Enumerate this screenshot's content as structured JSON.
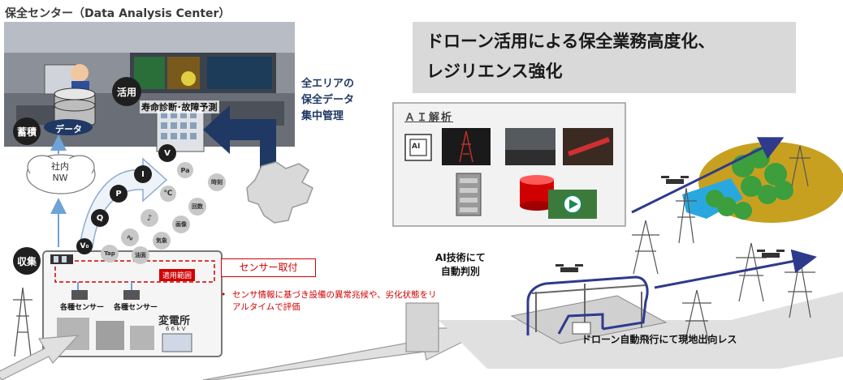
{
  "header": {
    "center_title": "保全センター（Data Analysis Center）",
    "headline_line1": "ドローン活用による保全業務高度化、",
    "headline_line2": "レジリエンス強化"
  },
  "data_center": {
    "badge_use": "活用",
    "badge_store": "蓄積",
    "use_label": "寿命診断･故障予測",
    "data_label": "データ"
  },
  "central_management": {
    "line1": "全エリアの",
    "line2": "保全データ",
    "line3": "集中管理"
  },
  "network": {
    "line1": "社内",
    "line2": "NW"
  },
  "measurements": [
    {
      "label": "V₀",
      "dark": true
    },
    {
      "label": "Q",
      "dark": true
    },
    {
      "label": "P",
      "dark": true
    },
    {
      "label": "I",
      "dark": true
    },
    {
      "label": "V",
      "dark": true
    },
    {
      "label": "Pa",
      "dark": false
    },
    {
      "label": "時刻",
      "dark": false
    },
    {
      "label": "℃",
      "dark": false
    },
    {
      "label": "回数",
      "dark": false
    },
    {
      "label": "♪",
      "dark": false
    },
    {
      "label": "画像",
      "dark": false
    },
    {
      "label": "∿",
      "dark": false
    },
    {
      "label": "気象",
      "dark": false
    },
    {
      "label": "Tap",
      "dark": false
    },
    {
      "label": "油面",
      "dark": false
    }
  ],
  "substation": {
    "badge_collect": "収集",
    "scope_label": "適用範囲",
    "sensor_label_1": "各種センサー",
    "sensor_label_2": "各種センサー",
    "name": "変電所",
    "voltage": "6 6 k V"
  },
  "sensor_info": {
    "button": "センサー取付",
    "bullet": "•",
    "note": "センサ情報に基づき設備の異常兆候や、劣化状態をリアルタイムで評価"
  },
  "ai_panel": {
    "title": "ＡＩ解析",
    "chip_label": "AI"
  },
  "drone": {
    "ai_judge_line1": "AI技術にて",
    "ai_judge_line2": "自動判別",
    "flight_label": "ドローン自動飛行にて現地出向レス"
  },
  "colors": {
    "navy": "#1f3864",
    "arrow_blue": "#2e3a8c",
    "red": "#d00000",
    "grass": "#c8a020",
    "water": "#29a8e0",
    "tree": "#3c9e3c",
    "headline_bg": "#d9d9d9"
  }
}
